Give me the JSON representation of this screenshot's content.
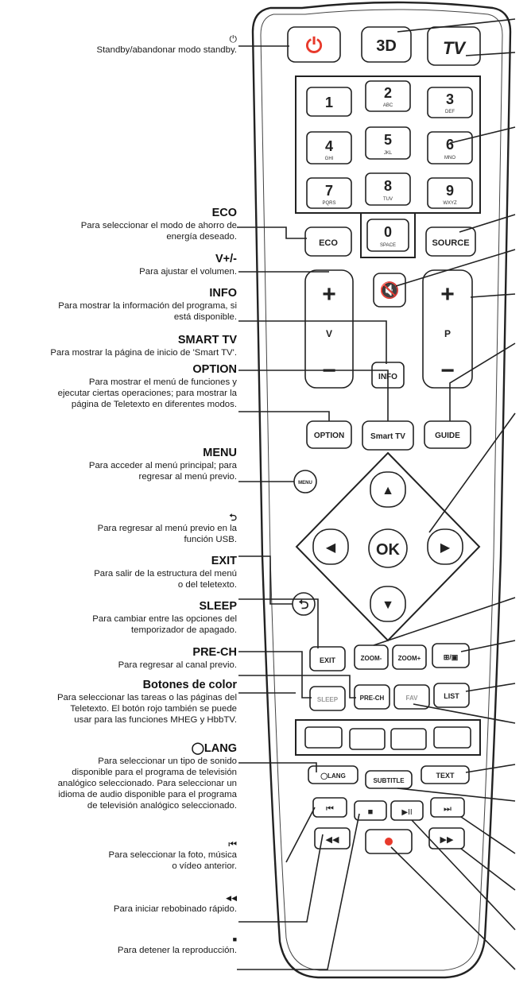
{
  "annotations": [
    {
      "id": "standby",
      "glyph": "⏻",
      "desc": "Standby/abandonar modo standby."
    },
    {
      "id": "eco",
      "heading": "ECO",
      "desc": "Para seleccionar el modo de ahorro de\nenergía deseado."
    },
    {
      "id": "vol",
      "heading": "V+/-",
      "desc": "Para ajustar el volumen."
    },
    {
      "id": "info",
      "heading": "INFO",
      "desc": "Para mostrar la información del programa, si\nestá disponible."
    },
    {
      "id": "smarttv",
      "heading": "SMART TV",
      "desc": "Para mostrar la página de inicio de 'Smart TV'."
    },
    {
      "id": "option",
      "heading": "OPTION",
      "desc": "Para mostrar el menú de funciones y\nejecutar ciertas operaciones; para mostrar la\npágina de Teletexto en diferentes modos."
    },
    {
      "id": "menu",
      "heading": "MENU",
      "desc": "Para acceder al menú principal; para\nregresar al menú previo."
    },
    {
      "id": "back",
      "glyph": "⮌",
      "desc": "Para regresar al menú previo en la\nfunción USB."
    },
    {
      "id": "exit",
      "heading": "EXIT",
      "desc": "Para salir de la estructura del menú\no del teletexto."
    },
    {
      "id": "sleep",
      "heading": "SLEEP",
      "desc": "Para cambiar entre las opciones del\ntemporizador de apagado."
    },
    {
      "id": "prech",
      "heading": "PRE-CH",
      "desc": "Para regresar al canal previo."
    },
    {
      "id": "color",
      "heading": "Botones de color",
      "desc": "Para seleccionar las tareas o las páginas del\nTeletexto. El botón rojo también se puede\nusar para las funciones MHEG y HbbTV."
    },
    {
      "id": "lang",
      "heading": "◯LANG",
      "desc": "Para seleccionar un tipo de sonido\ndisponible para el programa de televisión\nanalógico seleccionado. Para seleccionar un\nidioma de audio disponible para el programa\nde televisión analógico seleccionado."
    },
    {
      "id": "prev",
      "glyph": "⏮",
      "desc": "Para seleccionar la foto, música\no vídeo anterior."
    },
    {
      "id": "rew",
      "glyph": "◀◀",
      "desc": "Para iniciar rebobinado rápido."
    },
    {
      "id": "stop",
      "glyph": "■",
      "desc": "Para detener la reproducción."
    }
  ],
  "buttons": {
    "b3d": "3D",
    "tv": "TV",
    "n1": "1",
    "n2": "2",
    "n2s": "ABC",
    "n3": "3",
    "n3s": "DEF",
    "n4": "4",
    "n4s": "GHI",
    "n5": "5",
    "n5s": "JKL",
    "n6": "6",
    "n6s": "MNO",
    "n7": "7",
    "n7s": "PQRS",
    "n8": "8",
    "n8s": "TUV",
    "n9": "9",
    "n9s": "WXYZ",
    "eco": "ECO",
    "n0": "0",
    "n0s": "SPACE",
    "source": "SOURCE",
    "vplus": "+",
    "v": "V",
    "vminus": "−",
    "pplus": "+",
    "p": "P",
    "pminus": "−",
    "info": "INFO",
    "option": "OPTION",
    "smart": "Smart TV",
    "guide": "GUIDE",
    "menu": "MENU",
    "ok": "OK",
    "exit": "EXIT",
    "zoomm": "ZOOM-",
    "zoomp": "ZOOM+",
    "teletext": "⊞/▣",
    "sleep": "SLEEP",
    "prech": "PRE-CH",
    "fav": "FAV",
    "list": "LIST",
    "lang": "◯LANG",
    "subtitle": "SUBTITLE",
    "text": "TEXT"
  },
  "colors": {
    "power": "#e8392b",
    "record": "#e8392b",
    "line": "#222222"
  }
}
